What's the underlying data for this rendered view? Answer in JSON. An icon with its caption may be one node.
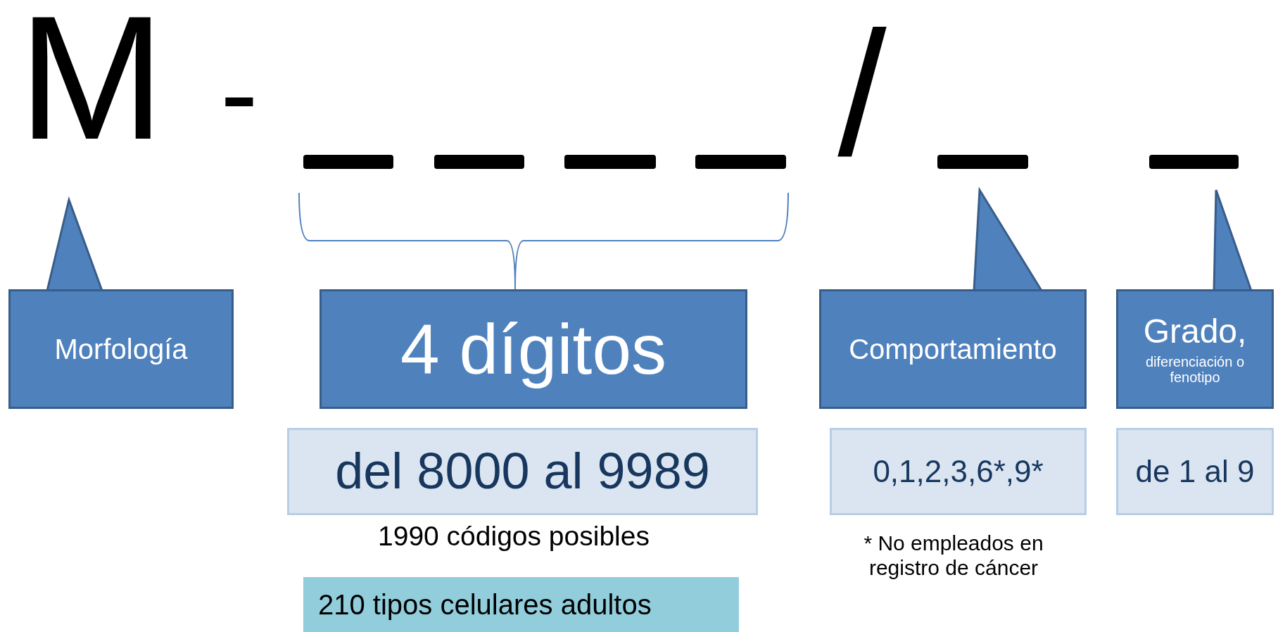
{
  "diagram": {
    "nodes": [
      {
        "text": [
          "M"
        ]
      },
      {
        "text": [],
        "shape": "bar"
      },
      {
        "text": [],
        "shape": "bar"
      },
      {
        "text": [],
        "shape": "bar"
      },
      {
        "text": [],
        "shape": "bar"
      },
      {
        "text": [],
        "shape": "bar"
      },
      {
        "text": [],
        "shape": "bar"
      },
      {
        "text": [
          "Morfología"
        ]
      },
      {
        "text": [
          "4 dígitos"
        ]
      },
      {
        "text": [
          "Comportamiento"
        ]
      },
      {
        "text": [
          "Grado,",
          "diferenciación o fenotipo"
        ]
      },
      {
        "text": [
          "del 8000 al 9989"
        ]
      },
      {
        "text": [
          "0,1,2,3,6*,9*"
        ]
      },
      {
        "text": [
          "de 1 al 9"
        ]
      },
      {
        "text": [
          "210 tipos celulares adultos"
        ]
      }
    ],
    "edges": [
      {
        "from": 7,
        "to": 0,
        "arrow": "to"
      },
      {
        "from": 9,
        "to": 5,
        "arrow": "to"
      },
      {
        "from": 10,
        "to": 6,
        "arrow": "to"
      }
    ],
    "labels": [
      "-",
      "/",
      "1990 códigos posibles",
      "* No empleados en registro de cáncer"
    ]
  }
}
